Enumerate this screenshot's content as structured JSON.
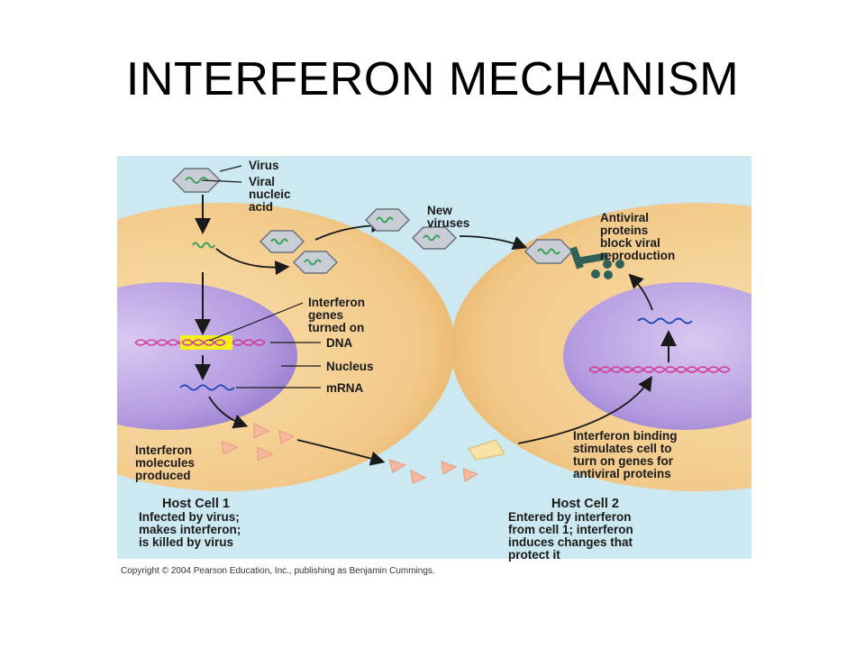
{
  "title": "INTERFERON MECHANISM",
  "labels": {
    "virus": "Virus",
    "viral_nucleic_acid": [
      "Viral",
      "nucleic",
      "acid"
    ],
    "new_viruses": [
      "New",
      "viruses"
    ],
    "antiviral_proteins": [
      "Antiviral",
      "proteins",
      "block viral",
      "reproduction"
    ],
    "interferon_genes": [
      "Interferon",
      "genes",
      "turned on"
    ],
    "dna": "DNA",
    "nucleus": "Nucleus",
    "mrna": "mRNA",
    "interferon_molecules": [
      "Interferon",
      "molecules",
      "produced"
    ],
    "interferon_binding": [
      "Interferon binding",
      "stimulates cell to",
      "turn on genes for",
      "antiviral proteins"
    ]
  },
  "host_cell_1": {
    "heading": "Host Cell 1",
    "lines": [
      "Infected by virus;",
      "makes interferon;",
      "is killed by virus"
    ]
  },
  "host_cell_2": {
    "heading": "Host Cell 2",
    "lines": [
      "Entered by interferon",
      "from cell 1; interferon",
      "induces changes that",
      "protect it"
    ]
  },
  "copyright": "Copyright © 2004 Pearson Education, Inc., publishing as Benjamin Cummings.",
  "colors": {
    "panel_bg": "#cce8f0",
    "cell_cytoplasm": "#f2c989",
    "nucleus": "#b49be0",
    "highlight": "#f4ee1f",
    "interferon": "#f6b9a0",
    "protein": "#2f5f55"
  }
}
